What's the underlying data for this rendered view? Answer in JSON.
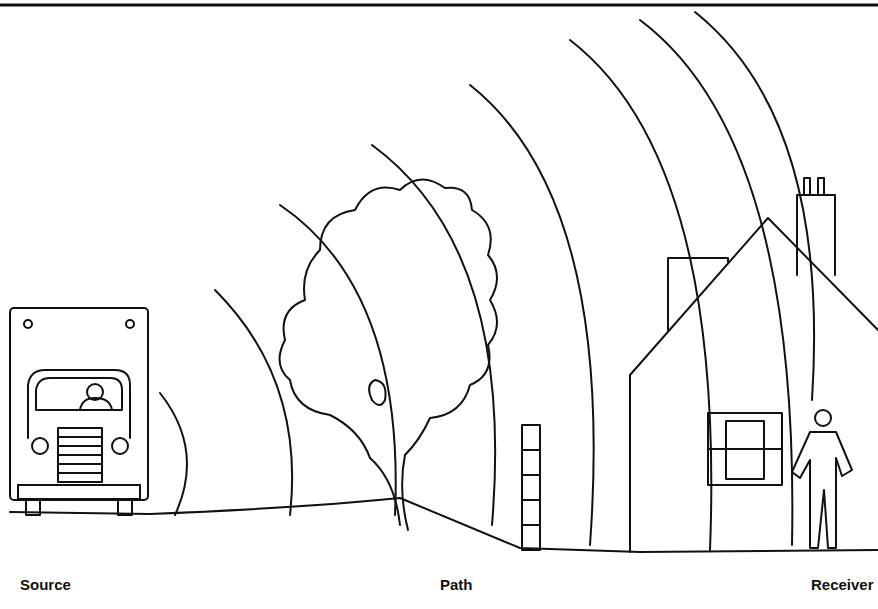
{
  "diagram": {
    "labels": [
      "Source",
      "Path",
      "Receiver"
    ]
  }
}
